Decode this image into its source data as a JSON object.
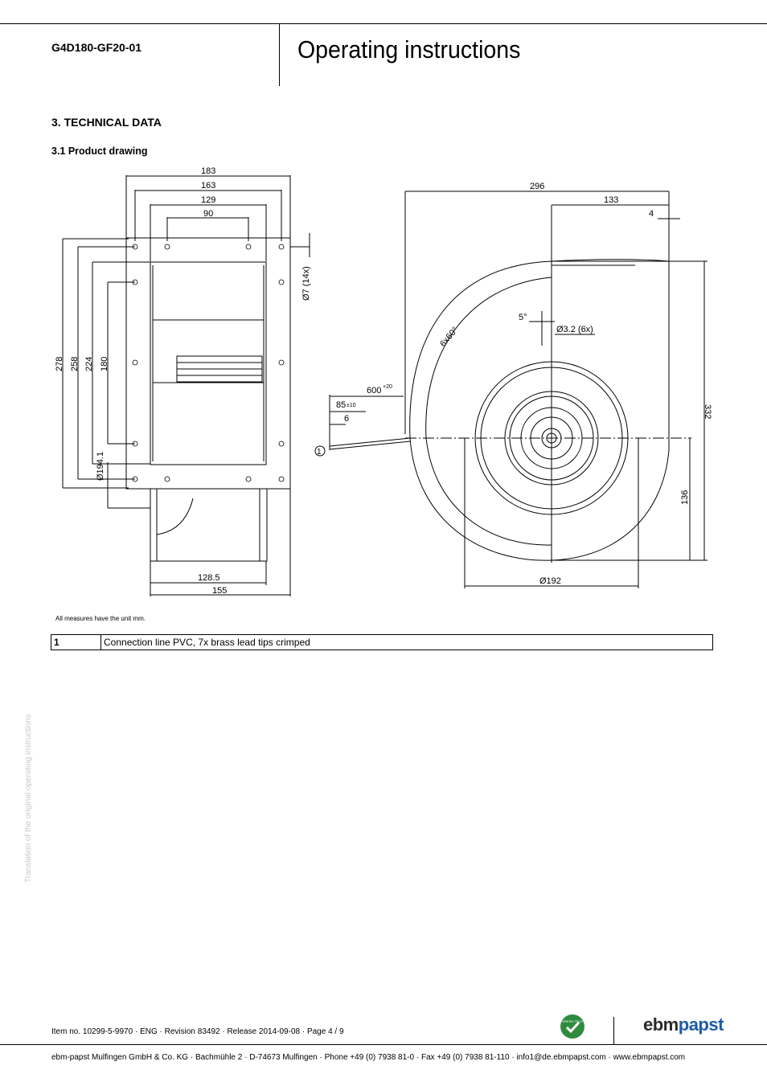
{
  "header": {
    "model": "G4D180-GF20-01",
    "title": "Operating instructions"
  },
  "section": {
    "title": "3. TECHNICAL DATA",
    "subsection": "3.1 Product drawing"
  },
  "drawing": {
    "front_view": {
      "widths_top": [
        "183",
        "163",
        "129",
        "90"
      ],
      "heights_left": [
        "278",
        "258",
        "224",
        "180"
      ],
      "diameter": "Ø194.1",
      "holes": "Ø7 (14x)",
      "widths_bottom": [
        "128.5",
        "155"
      ]
    },
    "side_view": {
      "width_total": "296",
      "width_partial": "133",
      "offset": "4",
      "angle_small": "5°",
      "angle_pattern": "6x60°",
      "holes": "Ø3.2 (6x)",
      "lead_length": "600",
      "lead_length_tol": "+20",
      "strip_length": "85",
      "strip_length_tol": "±10",
      "tip_length": "6",
      "callout": "1",
      "height_total": "332",
      "height_partial": "136",
      "diameter": "Ø192"
    }
  },
  "units_note": "All measures have the unit mm.",
  "legend": [
    {
      "num": "1",
      "text": "Connection line PVC, 7x brass lead tips crimped"
    }
  ],
  "side_note": "Translation of the original operating instructions",
  "footer": {
    "meta": "Item no. 10299-5-9970 · ENG · Revision 83492 · Release 2014-09-08 · Page 4 / 9",
    "company": "ebm-papst Mulfingen GmbH & Co. KG · Bachmühle 2 · D-74673 Mulfingen · Phone +49 (0) 7938 81-0 · Fax +49 (0) 7938 81-110 · info1@de.ebmpapst.com · www.ebmpapst.com",
    "badge": "GREEN TECH",
    "brand_a": "ebm",
    "brand_b": "papst"
  }
}
